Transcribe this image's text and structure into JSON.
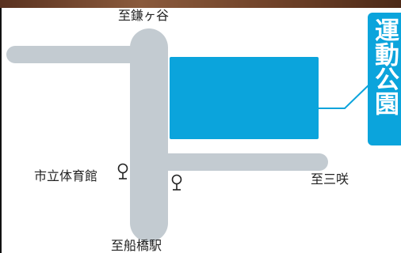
{
  "map": {
    "park_name": "運動公園",
    "directions": {
      "north": "至鎌ヶ谷",
      "east": "至三咲",
      "south": "至船橋駅"
    },
    "landmarks": {
      "city_gym": "市立体育館"
    },
    "colors": {
      "road": "#c3cbd1",
      "park": "#0ba4dc",
      "text": "#222222",
      "top_band": "#6e4128"
    },
    "icons": [
      "landmark-pin-icon",
      "landmark-pin-icon"
    ]
  }
}
